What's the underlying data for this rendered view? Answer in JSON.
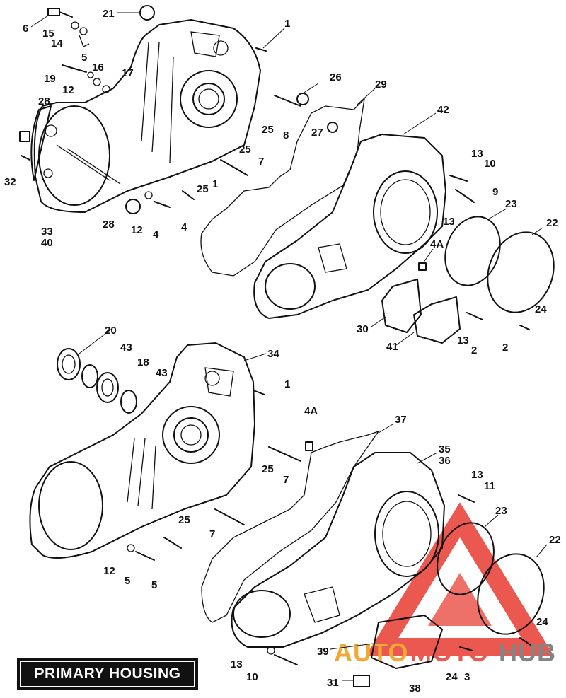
{
  "title": "PRIMARY HOUSING",
  "watermark": {
    "part1": "AUTO",
    "part2": "MOTO",
    "part3": "HUB",
    "accent": "#e8463c",
    "orange": "#f0a020",
    "gray": "#777777"
  },
  "labels": {
    "l21": "21",
    "l1a": "1",
    "l6": "6",
    "l15": "15",
    "l14": "14",
    "l5a": "5",
    "l16": "16",
    "l17": "17",
    "l12a": "12",
    "l19": "19",
    "l28a": "28",
    "l32": "32",
    "l33": "33",
    "l40": "40",
    "l28b": "28",
    "l12b": "12",
    "l4a": "4",
    "l4b": "4",
    "l25a": "25",
    "l25b": "25",
    "l25c": "25",
    "l1b": "1",
    "l7a": "7",
    "l8": "8",
    "l26": "26",
    "l27": "27",
    "l29": "29",
    "l42": "42",
    "l13a": "13",
    "l10a": "10",
    "l9": "9",
    "l13b": "13",
    "l23a": "23",
    "l22a": "22",
    "l4A1": "4A",
    "l30": "30",
    "l41": "41",
    "l13c": "13",
    "l2a": "2",
    "l24a": "24",
    "l2b": "2",
    "l20": "20",
    "l43a": "43",
    "l18": "18",
    "l43b": "43",
    "l34": "34",
    "l1c": "1",
    "l4A2": "4A",
    "l25d": "25",
    "l7b": "7",
    "l25e": "25",
    "l7c": "7",
    "l12c": "12",
    "l5b": "5",
    "l5c": "5",
    "l37": "37",
    "l35": "35",
    "l36": "36",
    "l13d": "13",
    "l11": "11",
    "l23b": "23",
    "l22b": "22",
    "l24b": "24",
    "l39": "39",
    "l13e": "13",
    "l10b": "10",
    "l31": "31",
    "l38": "38",
    "l24c": "24",
    "l3": "3"
  }
}
